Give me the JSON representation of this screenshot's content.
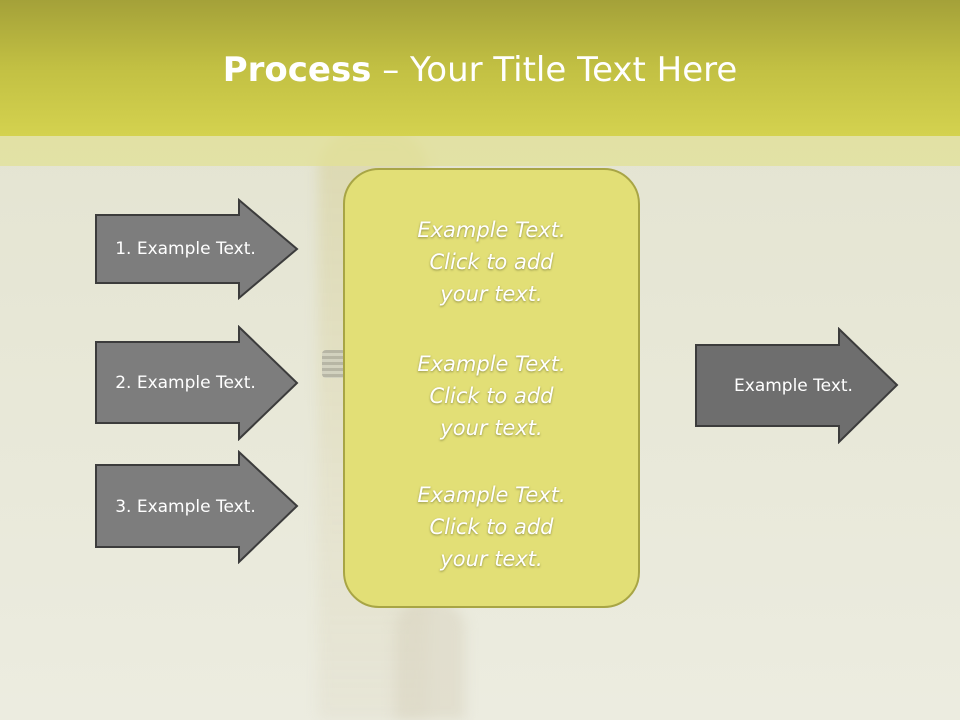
{
  "title": {
    "bold": "Process",
    "rest": " – Your Title Text Here"
  },
  "arrows": [
    {
      "label": "1. Example Text."
    },
    {
      "label": "2. Example Text."
    },
    {
      "label": "3. Example Text."
    },
    {
      "label": "Example Text."
    }
  ],
  "center_box": {
    "blocks": [
      {
        "line1": "Example Text.",
        "line2": "Click  to add",
        "line3": "your text."
      },
      {
        "line1": "Example Text.",
        "line2": "Click  to add",
        "line3": "your text."
      },
      {
        "line1": "Example Text.",
        "line2": "Click  to add",
        "line3": "your text."
      }
    ]
  },
  "colors": {
    "header": "#c2c043",
    "arrow_fill": "#7d7d7d",
    "arrow_stroke": "#3c3c3c",
    "center_fill": "#e2df76",
    "center_border": "#a8a545"
  }
}
